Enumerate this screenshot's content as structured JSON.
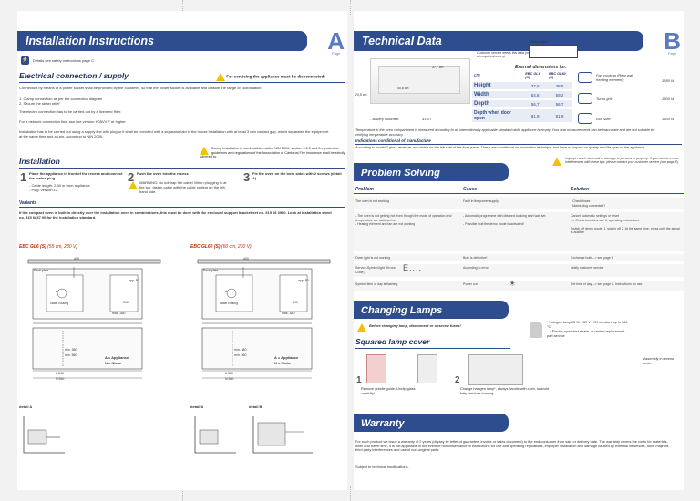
{
  "pageA": {
    "title": "Installation Instructions",
    "letter": "A",
    "page_word": "Page",
    "safety_note": "Details see safety instructions page C",
    "electrical": {
      "heading": "Electrical connection / supply",
      "warning": "For servicing the appliance must be disconnected!",
      "p1": "Connection by means of a power socket shall be provided by the customer, so that the power socket is available and outside the range of coordination",
      "steps": [
        "1. Clamp connection as per the connection diagram",
        "2. Secure the strain relief"
      ],
      "p2": "The electro connection has to be carried out by a licensed fitter.",
      "p3": "For a network connection fine, use line version H05VV-F or higher.",
      "p4": "Installation has to be carried out using a supply line with plug or it shall be provided with a separator laid in the house installation with at least 3 mm contact gap, which separates the equipment at the same time and all-pin, according to NIN 2000."
    },
    "installation": {
      "heading": "Installation",
      "warning": "During installation in combustible matter, NIN 2000, section 4.2.2 and fire protection guidelines and regulations of the Association of Cantonal Fire Insurance shall be strictly adhered to.",
      "step1": "Place the appliance in front of the recess and connect the mains plug.",
      "step1_b": "- Cable length: 2.50 m from appliance",
      "step1_c": "- Plug: version 12",
      "step2": "Push the oven into the recess",
      "step2_warn": "WARNING: do not trap the cable! When plugging in at the top, fasten cable with the cable routing on the left-hand side.",
      "step3": "Fix the oven on the both sides with 2 screws (detail A)"
    },
    "variants": {
      "heading": "Variants",
      "text": "If the compact oven is built in directly over the installation oven in combinations, this must be done with the enclosed support bracket set no. 315 68 3980. Look at installation sheet no. 315 6837 00 for the installation standard."
    },
    "fig1": {
      "title": "EBC GL6 (S)",
      "sub": "(55 cm, 230 V)",
      "legend_a": "A = Appliance",
      "legend_n": "N = Niche",
      "labels": [
        "400",
        "Face plate",
        "A",
        "cable routing",
        "app. 50",
        "max. 380",
        "390",
        "min. 380",
        "min. 560",
        "A 546",
        "N 550"
      ]
    },
    "fig2": {
      "title": "EBC GL60 (S)",
      "sub": "(60 cm, 230 V)",
      "legend_a": "A = Appliance",
      "legend_n": "N = Niche",
      "labels": [
        "400",
        "Face plate",
        "A",
        "cable routing",
        "app. 50",
        "max. 380",
        "390",
        "min. 380",
        "min. 560",
        "A 560",
        "N 560"
      ]
    },
    "detail_a": "detail A",
    "detail_b": "detail B"
  },
  "pageB": {
    "title": "Technical Data",
    "letter": "B",
    "page_word": "Page",
    "read_label": "Read label",
    "service_note": "Customer service needs this data (on all enquiries/orders)",
    "ext_dim": "Exernal dimensions for:",
    "dims_oven": {
      "d1": "37,7 cm",
      "d2": "40,8 cm",
      "d3": "20,5 cm"
    },
    "bakery": "- Bakery volumen:",
    "bakery_val": "31,5 l",
    "table": {
      "unit": "cm",
      "cols": [
        "EBC GL6 (S)",
        "EBC GL60 (S)"
      ],
      "rows": [
        {
          "label": "Height",
          "v1": "37,5",
          "v2": "38,5"
        },
        {
          "label": "Width",
          "v1": "54,6",
          "v2": "59,2"
        },
        {
          "label": "Depth",
          "v1": "56,7",
          "v2": "56,7"
        },
        {
          "label": "Depth when door open",
          "v1": "81,9",
          "v2": "81,9"
        }
      ]
    },
    "power": [
      {
        "label": "Fan cooking (Rear wall heating element):",
        "value": "1650 W"
      },
      {
        "label": "Turbo grill:",
        "value": "1500 W"
      },
      {
        "label": "Grill size:",
        "value": "1500 W"
      }
    ],
    "temp_note": "Temperature in the oven compartment is measured according to an internationally applicable standard while appliance is empty. Your own measurements can be inaccurate and are not suitable for verifying temperature accuracy.",
    "cond_heading": "Indications conditional of manufacture",
    "cond_text": "According to model 2 glass recesses are visible on the left side of the front panel. These are conditional on production technique and have no impact on quality and life span of the appliance.",
    "problem": {
      "title": "Problem Solving",
      "warning": "Improper work can result in damage to persons or property. If you cannot remove interferences with these tips, please contact your customer service (see page E).",
      "cols": [
        "Problem",
        "Cause",
        "Solution"
      ],
      "rows": [
        {
          "p": "The oven is not working",
          "c": "Fault in the power supply",
          "s": "- Check fuses\n- Mains plug connected?"
        },
        {
          "p": "- The oven is not getting hot even though the mode of operation and temperature are switched on\n- Heating element and fan are not working",
          "c": "- Automatic programme with delayed cooking start was set\n\n- Possible that the demo mode is activated!",
          "s": "Cancel automatic settings or reset\n--> Check functions see 0, operating instructions\n\nSwitch off demo mode:   1. switch off   2. At the same time, press until the signal is audible"
        },
        {
          "p": "Oven light is not working",
          "c": "Bulb is defective!",
          "s": "Exchange bulb --> see page B"
        },
        {
          "p": "Service-Symbol light (Errors Code)",
          "c": "According to error",
          "s": "Notify customer service"
        },
        {
          "p": "Symbol time of day is flashing",
          "c": "Power cut",
          "s": "Set time of day --> see page 4. Instructions for use"
        }
      ]
    },
    "lamps": {
      "title": "Changing Lamps",
      "warning": "Before changing lamp, disconnect or unscrew fuses!",
      "heading": "Squared lamp cover",
      "note1": "* Halogen lamp 25 W, 230 V - G9 constant up to 300 °C",
      "note2": "--> Electric specialist dealer or central replacement part service",
      "reverse": "Assembly in reverse order",
      "step1": "Remove griddle guide, Unclip glass carefully!",
      "step2": "Change halogen lamp*, always handle with cloth, to avoid fatty residues burning"
    },
    "warranty": {
      "title": "Warranty",
      "text": "For each product we issue a warranty of 2 years (display by letter of guarantee, invoice or sales document) to the end consumer from sale or delivery date. The warranty covers the costs for materials, work and travel time, it is not applicable in the event of non-observance of instructions for use and operating regulations, improper installation and damage caused by external influences, force majeure, third party interferences and use of non-original parts.",
      "sub": "Subject to technical modifications."
    }
  }
}
